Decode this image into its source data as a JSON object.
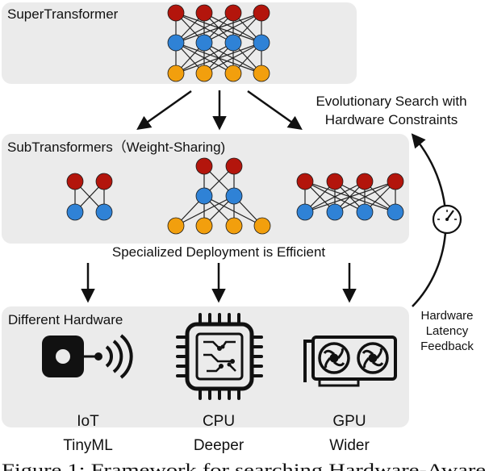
{
  "panels": {
    "super_title": "SuperTransformer",
    "sub_title": "SubTransformers（Weight-Sharing)",
    "hardware_title": "Different Hardware"
  },
  "labels": {
    "search": [
      "Evolutionary Search with",
      "Hardware Constraints"
    ],
    "deployment": "Specialized Deployment is Efficient",
    "feedback": [
      "Hardware",
      "Latency",
      "Feedback"
    ]
  },
  "hardware": [
    {
      "name": "IoT",
      "desc": "TinyML",
      "icon": "iot-device-icon"
    },
    {
      "name": "CPU",
      "desc": "Deeper",
      "icon": "cpu-chip-icon"
    },
    {
      "name": "GPU",
      "desc": "Wider",
      "icon": "gpu-card-icon"
    }
  ],
  "caption": "Figure 1: Framework for searching Hardware-Aware",
  "colors": {
    "panel": "#ebebeb",
    "red_node": "#b3150c",
    "blue_node": "#2f82d6",
    "orange_node": "#f29f0d",
    "edge": "#222222"
  }
}
